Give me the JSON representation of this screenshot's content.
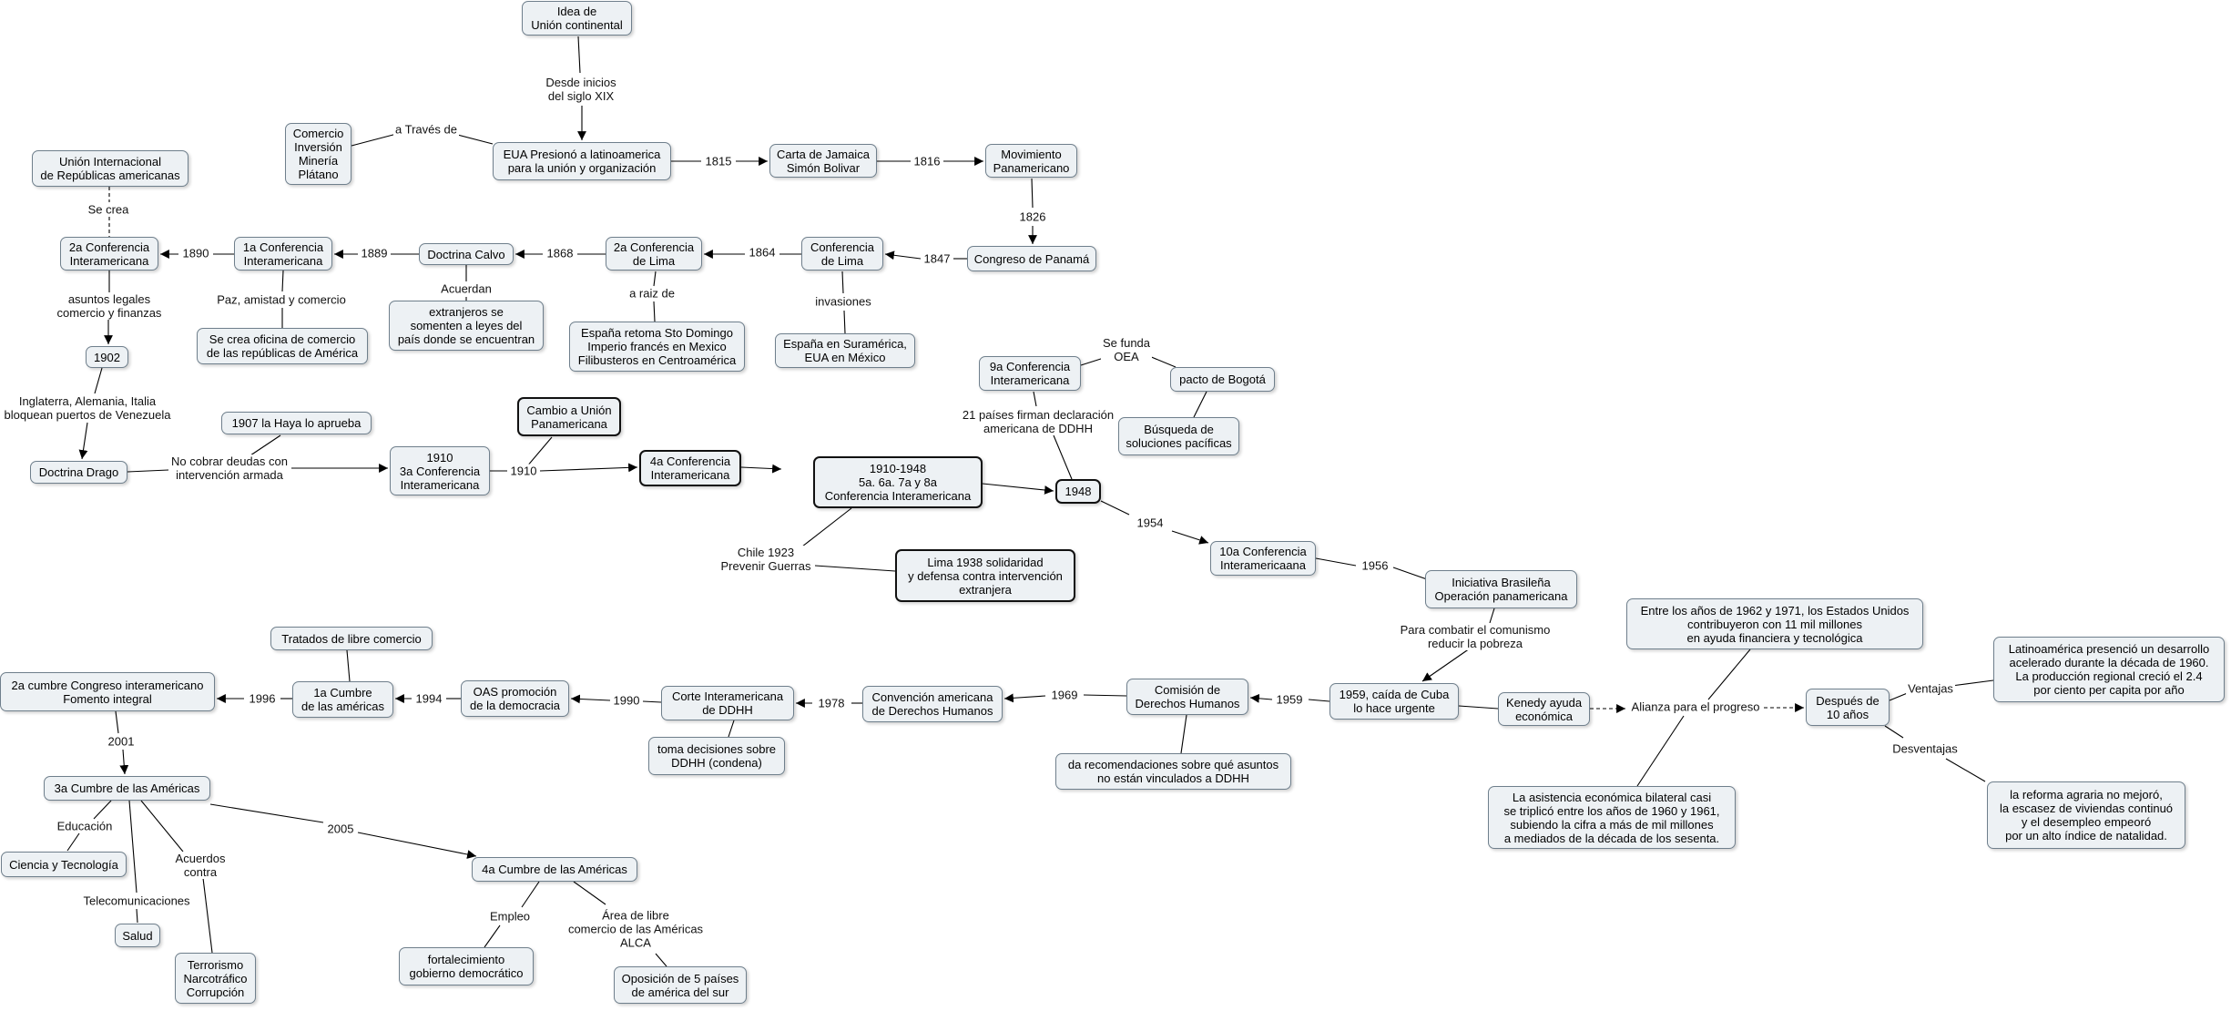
{
  "nodes": {
    "n_idea": "Idea de\nUnión continental",
    "n_eua": "EUA Presionó a latinoamerica\npara la unión y organización",
    "n_comercio": "Comercio\nInversión\nMinería\nPlátano",
    "n_carta": "Carta de Jamaica\nSimón Bolivar",
    "n_movimiento": "Movimiento\nPanamericano",
    "n_congreso": "Congreso de Panamá",
    "n_conf_lima": "Conferencia\nde Lima",
    "n_2a_lima": "2a Conferencia\nde Lima",
    "n_espana_sur": "España en Suramérica,\nEUA en México",
    "n_espana_retoma": "España retoma Sto Domingo\nImperio francés en Mexico\nFilibusteros en Centroamérica",
    "n_calvo": "Doctrina Calvo",
    "n_extranjeros": "extranjeros se\nsomenten a leyes del\npaís donde se encuentran",
    "n_1a_conf": "1a Conferencia\nInteramericana",
    "n_oficina": "Se crea oficina de comercio\nde las repúblicas de América",
    "n_2a_conf": "2a Conferencia\nInteramericana",
    "n_union_int": "Unión Internacional\nde Repúblicas americanas",
    "n_1902": "1902",
    "n_drago": "Doctrina Drago",
    "n_haya": "1907 la Haya lo aprueba",
    "n_3a_conf": "1910\n3a Conferencia\nInteramericana",
    "n_cambio": "Cambio a Unión\nPanamericana",
    "n_4a_conf": "4a Conferencia\nInteramericana",
    "n_1910_1948": "1910-1948\n5a. 6a. 7a y 8a\nConferencia Interamericana",
    "n_lima1938": "Lima 1938 solidaridad\ny defensa contra intervención\nextranjera",
    "n_1948": "1948",
    "n_9a_conf": "9a Conferencia\nInteramericana",
    "n_bogota": "pacto de Bogotá",
    "n_busqueda": "Búsqueda de\nsoluciones pacíficas",
    "n_10a_conf": "10a Conferencia\nInteramericaana",
    "n_iniciativa": "Iniciativa Brasileña\nOperación panamericana",
    "n_cuba": "1959, caída de Cuba\nlo hace urgente",
    "n_kenedy": "Kenedy ayuda\neconómica",
    "n_entre_anos": "Entre los años de 1962 y 1971, los Estados Unidos\ncontribuyeron con 11 mil millones\nen ayuda financiera y tecnológica",
    "n_asistencia": "La asistencia económica bilateral casi\nse triplicó entre los años de 1960 y 1961,\nsubiendo la cifra a más de mil millones\na mediados de la década de los sesenta.",
    "n_despues": "Después de\n10 años",
    "n_latinoamerica": "Latinoamérica presenció un desarrollo\nacelerado durante la década de 1960.\nLa producción regional creció el 2.4\npor ciento per capita por año",
    "n_reforma": "la reforma agraria no mejoró,\nla escasez de viviendas continuó\ny el desempleo empeoró\npor un alto índice de natalidad.",
    "n_comision": "Comisión de\nDerechos Humanos",
    "n_recomendaciones": "da recomendaciones sobre qué asuntos\nno están vinculados a DDHH",
    "n_convencion": "Convención americana\nde Derechos Humanos",
    "n_corte": "Corte Interamericana\nde DDHH",
    "n_toma": "toma decisiones sobre\nDDHH (condena)",
    "n_oas": "OAS promoción\nde la democracia",
    "n_1a_cumbre": "1a Cumbre\nde las américas",
    "n_tratados": "Tratados de libre comercio",
    "n_2a_cumbre": "2a cumbre Congreso interamericano\nFomento integral",
    "n_3a_cumbre": "3a Cumbre de las Américas",
    "n_ciencia": "Ciencia y Tecnología",
    "n_salud": "Salud",
    "n_terrorismo": "Terrorismo\nNarcotráfico\nCorrupción",
    "n_4a_cumbre": "4a Cumbre de las Américas",
    "n_fortalecimiento": "fortalecimiento\ngobierno democrático",
    "n_oposicion": "Oposición de 5 países\nde américa del sur"
  },
  "labels": {
    "l_desde": "Desde inicios\ndel siglo XIX",
    "l_atraves": "a Través de",
    "l_1815": "1815",
    "l_1816": "1816",
    "l_1826": "1826",
    "l_1847": "1847",
    "l_invasiones": "invasiones",
    "l_1864": "1864",
    "l_araiz": "a raiz de",
    "l_1868": "1868",
    "l_acuerdan": "Acuerdan",
    "l_1889": "1889",
    "l_paz": "Paz, amistad y comercio",
    "l_1890": "1890",
    "l_secrea": "Se crea",
    "l_asuntos": "asuntos legales\ncomercio y finanzas",
    "l_inglaterra": "Inglaterra, Alemania, Italia\nbloquean puertos de Venezuela",
    "l_nocobrar": "No cobrar deudas con\nintervención armada",
    "l_1910": "1910",
    "l_chile": "Chile 1923\nPrevenir Guerras",
    "l_21paises": "21 países firman declaración\namericana de DDHH",
    "l_sefunda": "Se funda\nOEA",
    "l_1954": "1954",
    "l_1956": "1956",
    "l_combatir": "Para combatir el comunismo\nreducir la pobreza",
    "l_alianza": "Alianza para el progreso",
    "l_ventajas": "Ventajas",
    "l_desventajas": "Desventajas",
    "l_1959": "1959",
    "l_1969": "1969",
    "l_1978": "1978",
    "l_1990": "1990",
    "l_1994": "1994",
    "l_1996": "1996",
    "l_2001": "2001",
    "l_educacion": "Educación",
    "l_telecom": "Telecomunicaciones",
    "l_acuerdos": "Acuerdos\ncontra",
    "l_2005": "2005",
    "l_empleo": "Empleo",
    "l_area": "Área de libre\ncomercio de las Américas\nALCA"
  }
}
